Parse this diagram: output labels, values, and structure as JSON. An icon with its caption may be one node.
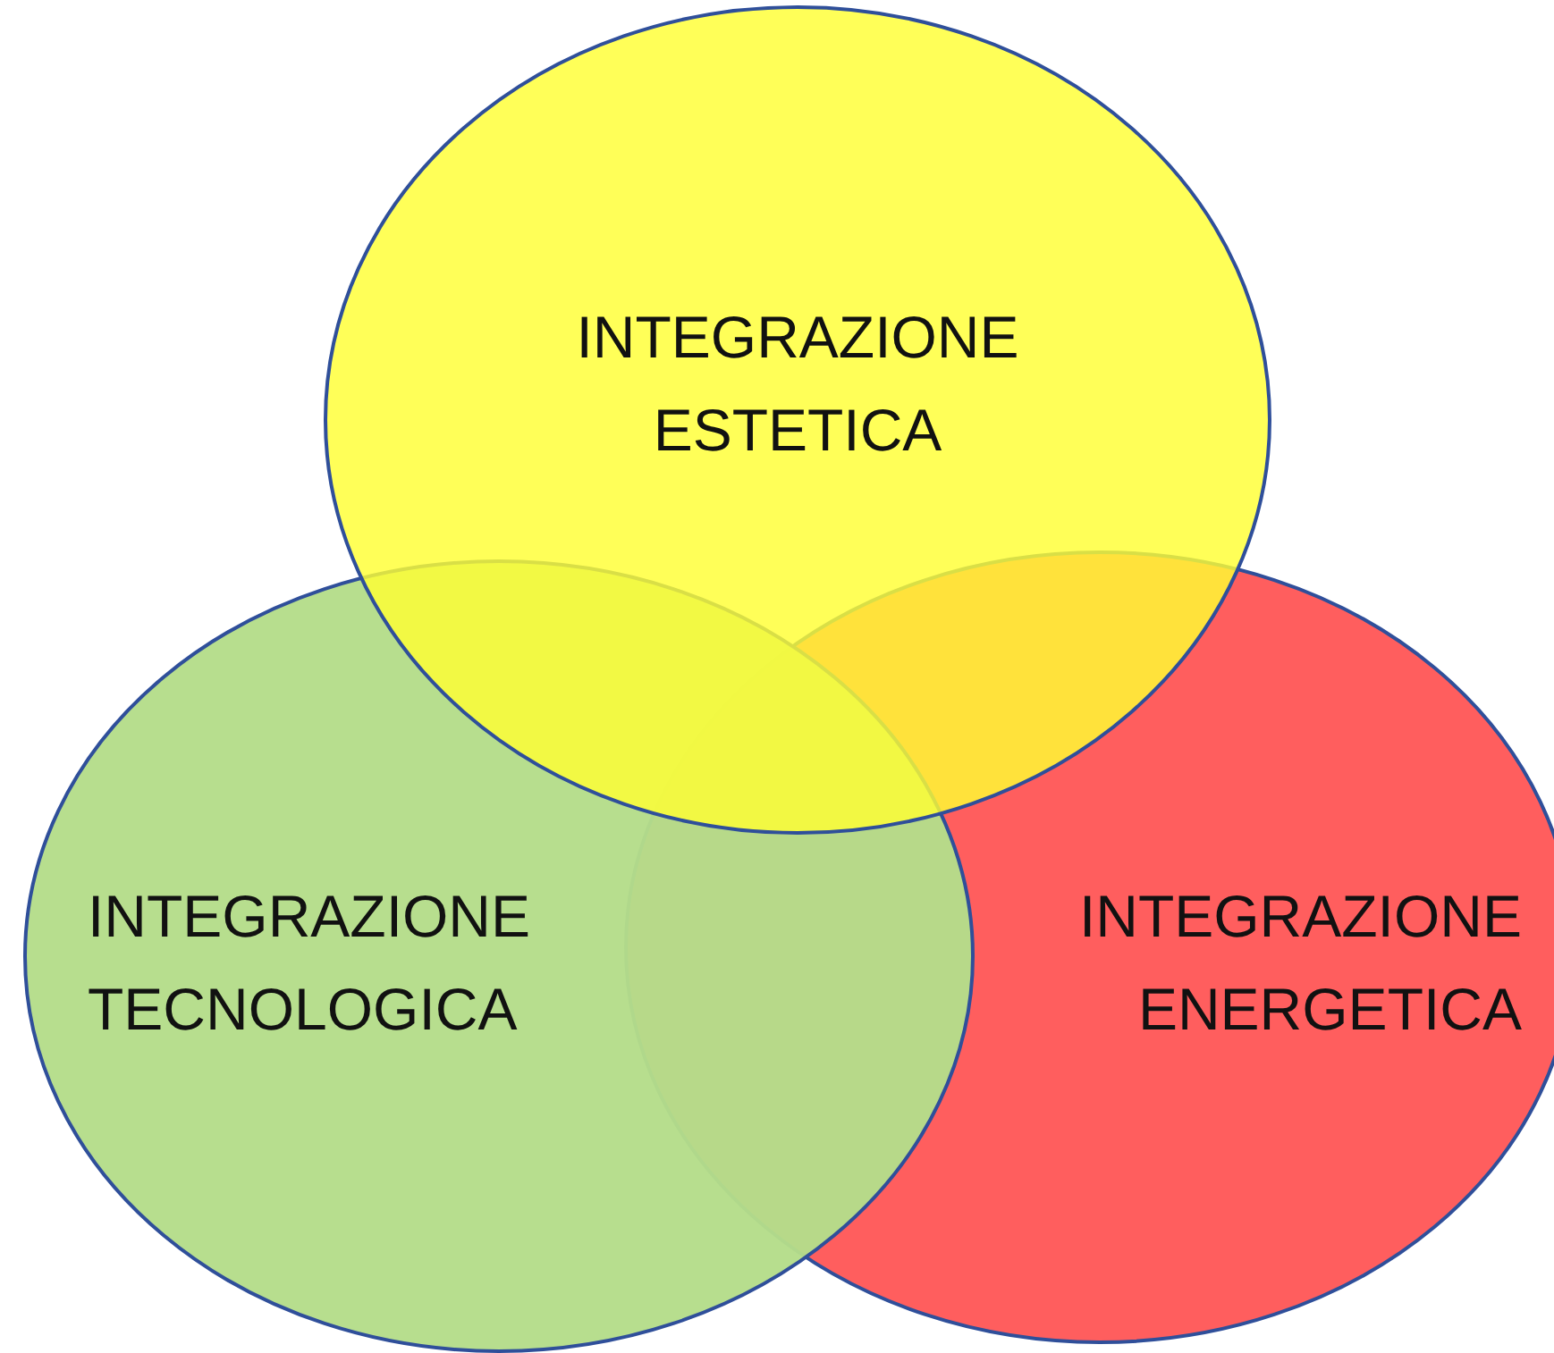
{
  "diagram": {
    "nodes": [
      {
        "text": [
          "INTEGRAZIONE ESTETICA"
        ]
      },
      {
        "text": [
          "INTEGRAZIONE TECNOLOGICA"
        ]
      },
      {
        "text": [
          "INTEGRAZIONE ENERGETICA"
        ]
      }
    ]
  }
}
